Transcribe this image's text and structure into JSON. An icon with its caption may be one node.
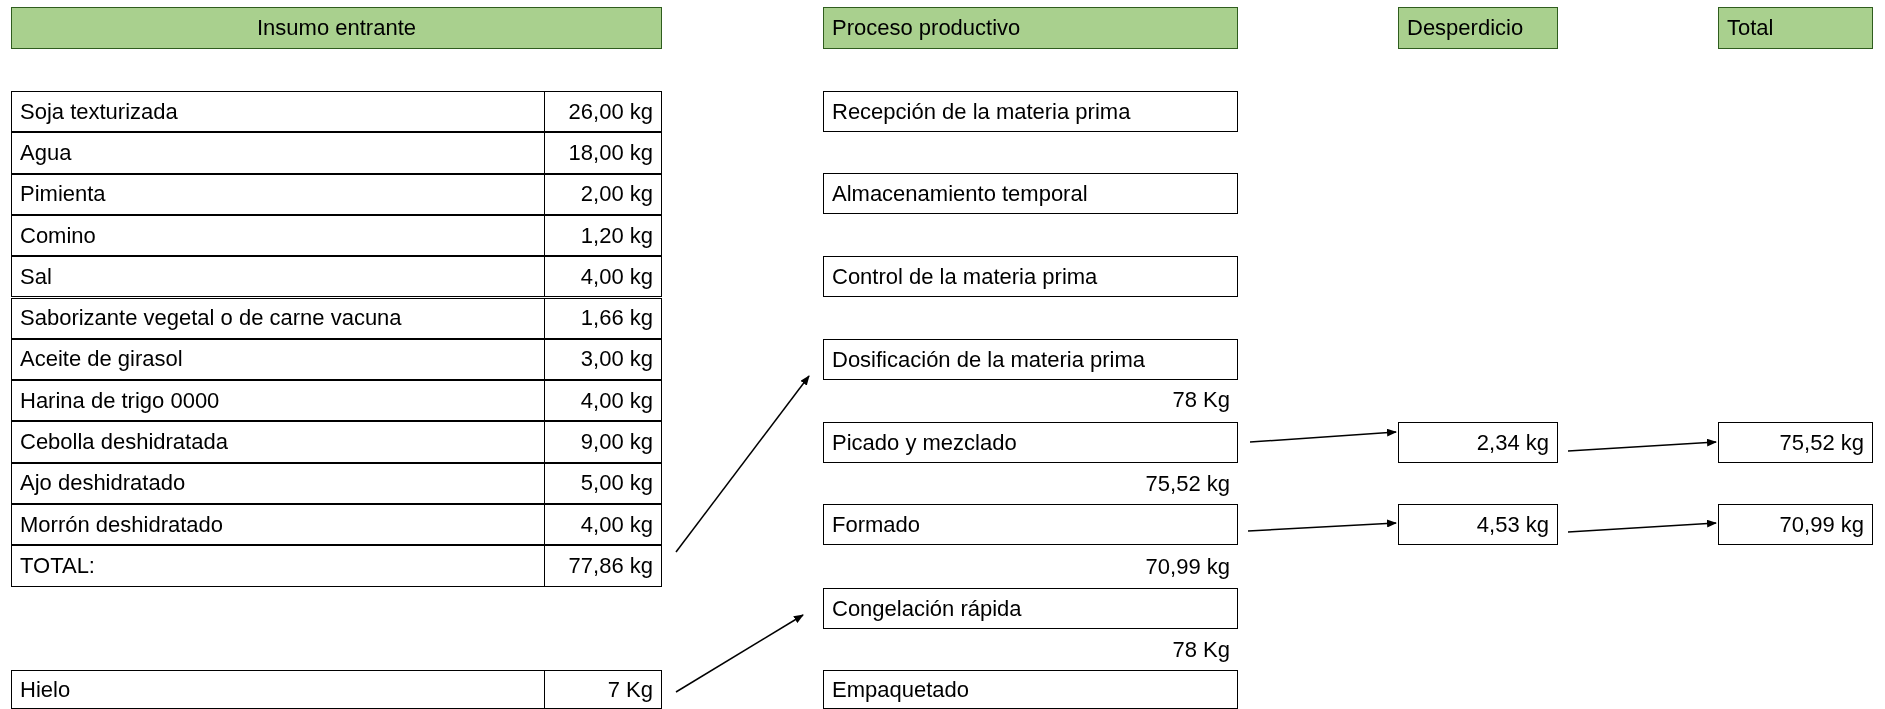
{
  "diagram": {
    "nodes": [
      {
        "text": [
          "Insumo entrante"
        ]
      },
      {
        "text": [
          "Proceso productivo"
        ]
      },
      {
        "text": [
          "Desperdicio"
        ]
      },
      {
        "text": [
          "Total"
        ]
      },
      {
        "text": [
          "Soja texturizada",
          "26,00 kg"
        ]
      },
      {
        "text": [
          "Agua",
          "18,00 kg"
        ]
      },
      {
        "text": [
          "Pimienta",
          "2,00 kg"
        ]
      },
      {
        "text": [
          "Comino",
          "1,20 kg"
        ]
      },
      {
        "text": [
          "Sal",
          "4,00 kg"
        ]
      },
      {
        "text": [
          "Saborizante vegetal o de carne vacuna",
          "1,66 kg"
        ]
      },
      {
        "text": [
          "Aceite de girasol",
          "3,00 kg"
        ]
      },
      {
        "text": [
          "Harina de trigo 0000",
          "4,00 kg"
        ]
      },
      {
        "text": [
          "Cebolla deshidratada",
          "9,00 kg"
        ]
      },
      {
        "text": [
          "Ajo deshidratado",
          "5,00 kg"
        ]
      },
      {
        "text": [
          "Morrón deshidratado",
          "4,00 kg"
        ]
      },
      {
        "text": [
          "TOTAL:",
          "77,86 kg"
        ]
      },
      {
        "text": [
          "Hielo",
          "7 Kg"
        ]
      },
      {
        "text": [
          "Recepción de la materia prima"
        ]
      },
      {
        "text": [
          "Almacenamiento temporal"
        ]
      },
      {
        "text": [
          "Control de la materia prima"
        ]
      },
      {
        "text": [
          "Dosificación de la materia prima"
        ]
      },
      {
        "text": [
          "Picado y mezclado"
        ]
      },
      {
        "text": [
          "Formado"
        ]
      },
      {
        "text": [
          "Congelación rápida"
        ]
      },
      {
        "text": [
          "Empaquetado"
        ]
      },
      {
        "text": [
          "2,34 kg"
        ]
      },
      {
        "text": [
          "75,52 kg"
        ]
      },
      {
        "text": [
          "4,53 kg"
        ]
      },
      {
        "text": [
          "70,99 kg"
        ]
      }
    ],
    "edges": [
      {
        "from": 15,
        "to": 20,
        "arrow": "to"
      },
      {
        "from": 16,
        "to": 23,
        "arrow": "to"
      },
      {
        "from": 21,
        "to": 25,
        "arrow": "to"
      },
      {
        "from": 25,
        "to": 26,
        "arrow": "to"
      },
      {
        "from": 22,
        "to": 27,
        "arrow": "to"
      },
      {
        "from": 27,
        "to": 28,
        "arrow": "to"
      }
    ],
    "labels": [
      "78 Kg",
      "75,52 kg",
      "70,99 kg",
      "78 Kg"
    ]
  }
}
